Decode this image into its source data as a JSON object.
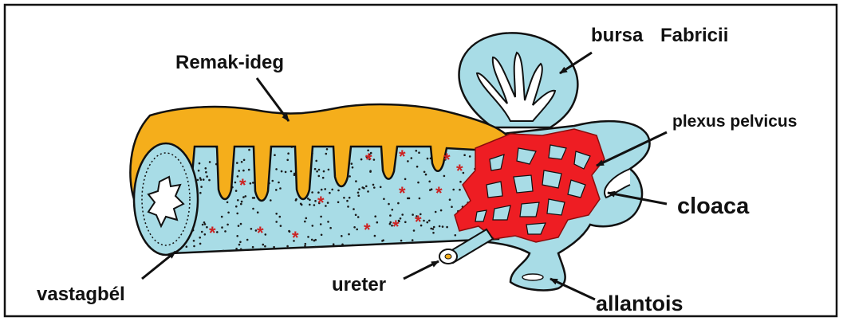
{
  "diagram": {
    "labels": {
      "remak": "Remak-ideg",
      "bursa": "bursa",
      "fabricii": "Fabricii",
      "plexus": "plexus pelvicus",
      "cloaca": "cloaca",
      "vastagbel": "vastagbél",
      "ureter": "ureter",
      "allantois": "allantois"
    },
    "colors": {
      "nerve": "#f5ae1b",
      "gut": "#a8dce6",
      "plexus": "#ee1d23",
      "outline": "#111111",
      "star": "#cc2222"
    },
    "star_glyph": "*"
  }
}
